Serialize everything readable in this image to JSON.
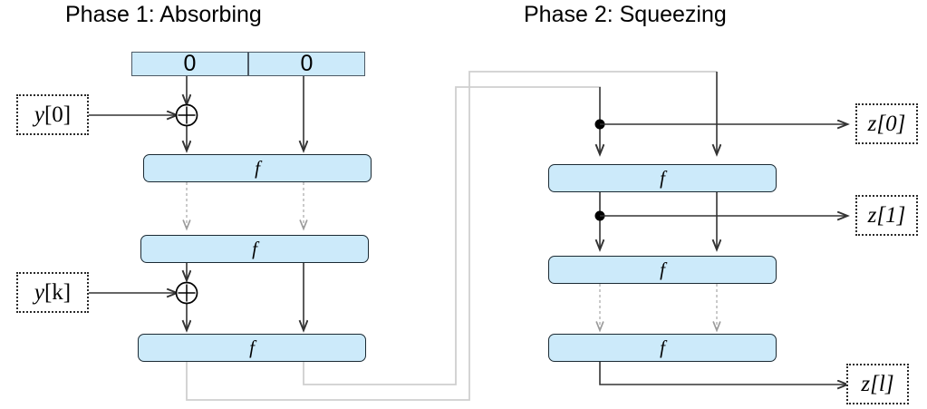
{
  "diagram": {
    "title_phase1": "Phase 1: Absorbing",
    "title_phase2": "Phase 2: Squeezing",
    "function_label": "f",
    "state_initial": {
      "rate": "0",
      "capacity": "0"
    },
    "inputs": [
      {
        "name": "input-y0",
        "label_var": "y",
        "label_idx": "[0]"
      },
      {
        "name": "input-yk",
        "label_var": "y",
        "label_idx": "[k]"
      }
    ],
    "outputs": [
      {
        "name": "output-z0",
        "label_var": "z",
        "label_idx": "[0]"
      },
      {
        "name": "output-z1",
        "label_var": "z",
        "label_idx": "[1]"
      },
      {
        "name": "output-zl",
        "label_var": "z",
        "label_idx": "[l]"
      }
    ],
    "xor_symbol": "⊕",
    "phase1_blocks": [
      {
        "name": "f-block-p1-1",
        "label": "f"
      },
      {
        "name": "f-block-p1-2",
        "label": "f"
      },
      {
        "name": "f-block-p1-3",
        "label": "f"
      }
    ],
    "phase2_blocks": [
      {
        "name": "f-block-p2-1",
        "label": "f"
      },
      {
        "name": "f-block-p2-2",
        "label": "f"
      },
      {
        "name": "f-block-p2-3",
        "label": "f"
      }
    ],
    "colors": {
      "block_fill": "#cceafa",
      "block_stroke": "#1b2a33",
      "state_stroke": "#4d5a66",
      "wire": "#333333",
      "wire_dashed": "#aaaaaa",
      "feedback": "#cfcfcf",
      "text": "#000000",
      "background": "#ffffff"
    }
  }
}
